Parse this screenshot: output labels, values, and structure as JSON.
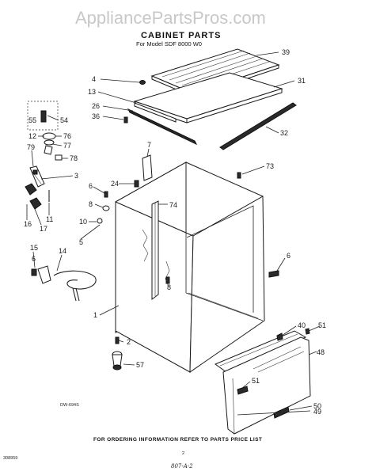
{
  "watermark": "AppliancePartsPros.com",
  "title": "CABINET PARTS",
  "subtitle": "For Model SDF 8000 W0",
  "diagram_code": "DW-694S",
  "footer": "FOR ORDERING INFORMATION REFER TO PARTS PRICE LIST",
  "page_number": "2",
  "corner_code": "308959",
  "handwritten_note": "807-A-2",
  "callouts": {
    "c39": "39",
    "c31": "31",
    "c4": "4",
    "c13": "13",
    "c26": "26",
    "c36": "36",
    "c32": "32",
    "c55": "55",
    "c54": "54",
    "c12": "12",
    "c76": "76",
    "c77": "77",
    "c79": "79",
    "c78": "78",
    "c3": "3",
    "c7": "7",
    "c73": "73",
    "c24": "24",
    "c6a": "6",
    "c74": "74",
    "c8a": "8",
    "c16": "16",
    "c17": "17",
    "c11": "11",
    "c10": "10",
    "c5": "5",
    "c15": "15",
    "c6b": "6",
    "c14": "14",
    "c6c": "6",
    "c8b": "8",
    "c1": "1",
    "c2": "2",
    "c57": "57",
    "c40": "40",
    "c51a": "51",
    "c48": "48",
    "c51b": "51",
    "c50": "50",
    "c49": "49"
  }
}
